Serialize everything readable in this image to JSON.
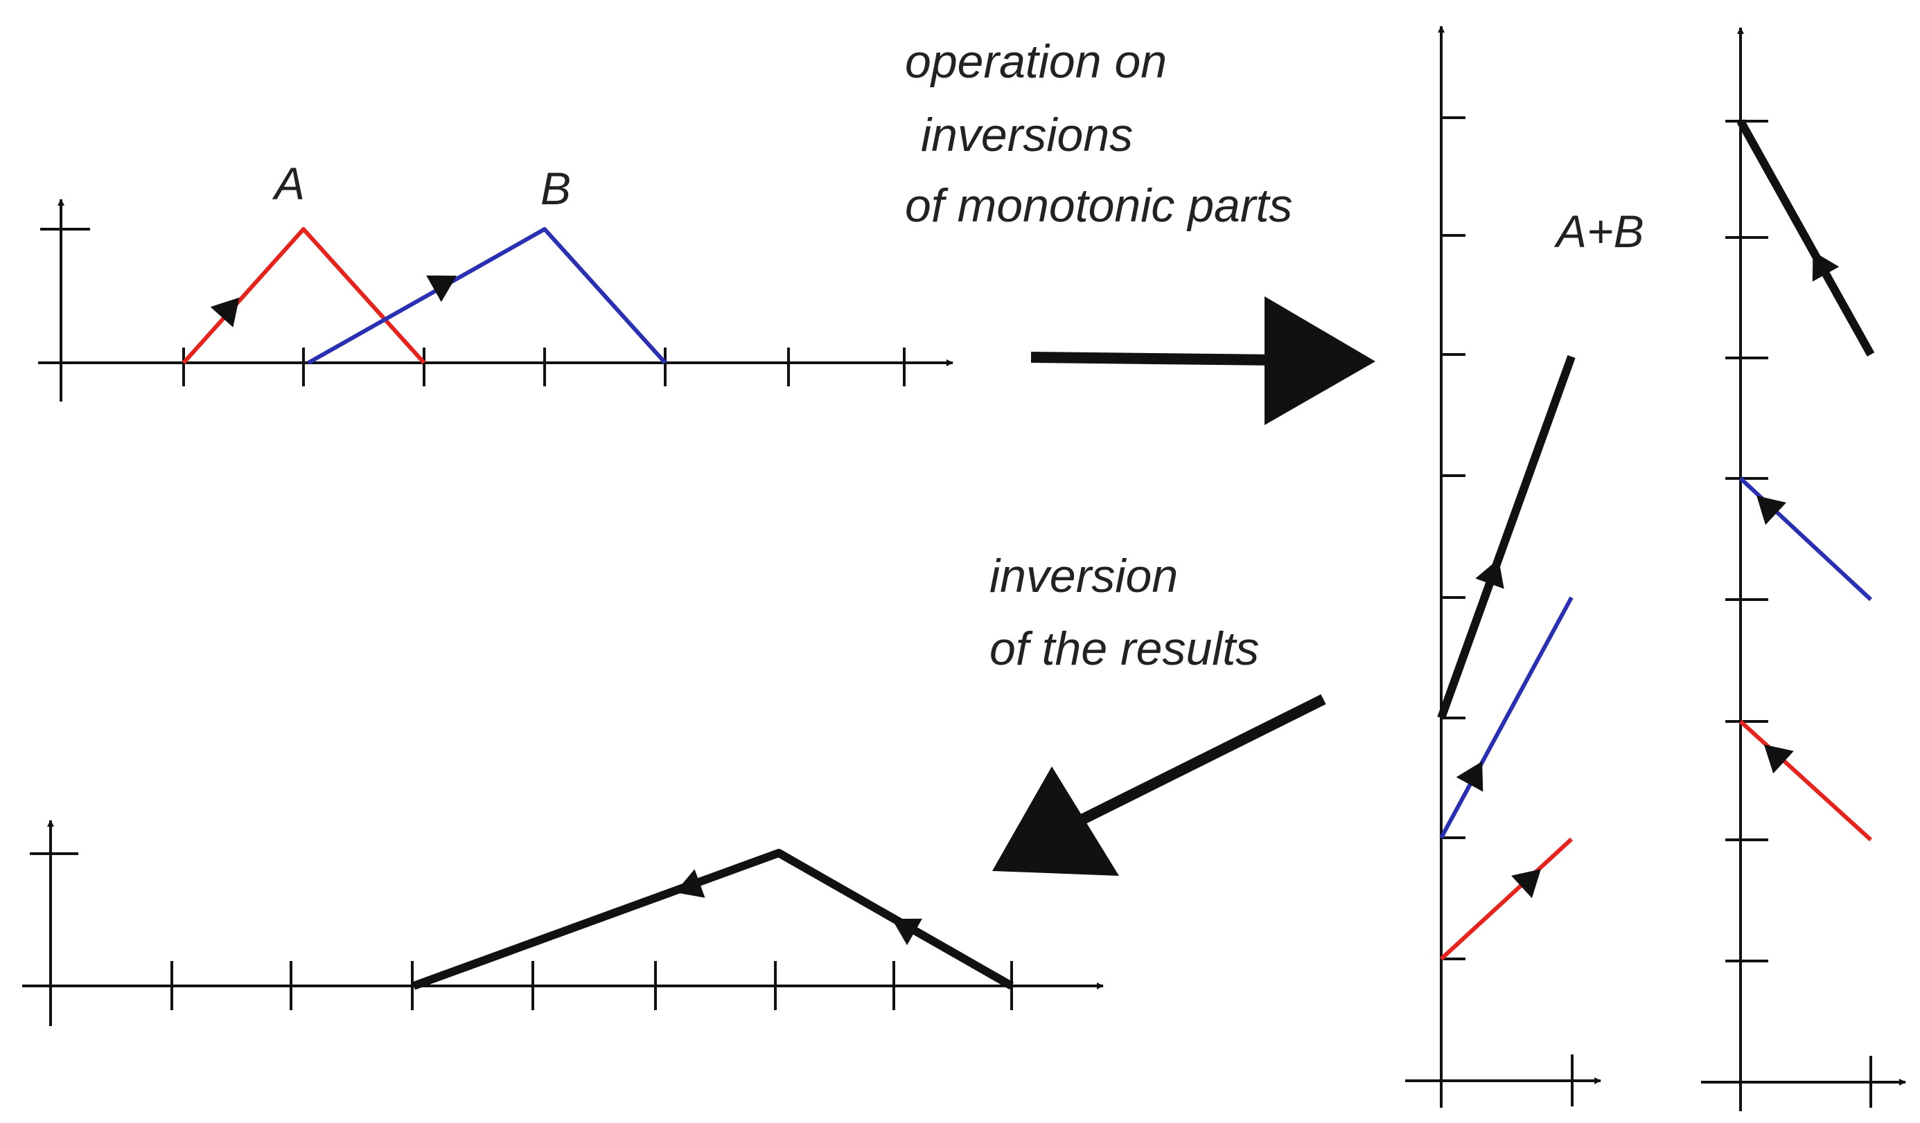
{
  "labels": {
    "curve_a": "A",
    "curve_b": "B",
    "sum": "A+B",
    "op_line1": "operation on",
    "op_line2": "inversions",
    "op_line3": "of monotonic parts",
    "inv_line1": "inversion",
    "inv_line2": "of the results"
  },
  "colors": {
    "curve_a": "#e8231d",
    "curve_b": "#2a2fb3",
    "result": "#111111",
    "axis": "#111111",
    "text": "#222222"
  },
  "chart_data": [
    {
      "type": "line",
      "series": [
        {
          "name": "A",
          "color": "#e8231d",
          "x": [
            1,
            2,
            3
          ],
          "y": [
            0,
            1,
            0
          ]
        },
        {
          "name": "B",
          "color": "#2a2fb3",
          "x": [
            2,
            4,
            5
          ],
          "y": [
            0,
            1,
            0
          ]
        }
      ],
      "xlim": [
        0,
        7
      ],
      "ylim": [
        0,
        1
      ]
    },
    {
      "type": "line",
      "series": [
        {
          "name": "A",
          "color": "#e8231d",
          "x": [
            0,
            1
          ],
          "y": [
            1,
            2
          ]
        },
        {
          "name": "B",
          "color": "#2a2fb3",
          "x": [
            0,
            1
          ],
          "y": [
            2,
            4
          ]
        },
        {
          "name": "A+B",
          "color": "#111111",
          "x": [
            0,
            1
          ],
          "y": [
            3,
            6
          ]
        }
      ],
      "xlim": [
        0,
        1
      ],
      "ylim": [
        0,
        8
      ]
    },
    {
      "type": "line",
      "series": [
        {
          "name": "A",
          "color": "#e8231d",
          "x": [
            0,
            1
          ],
          "y": [
            3,
            2
          ]
        },
        {
          "name": "B",
          "color": "#2a2fb3",
          "x": [
            0,
            1
          ],
          "y": [
            5,
            4
          ]
        },
        {
          "name": "A+B",
          "color": "#111111",
          "x": [
            0,
            1
          ],
          "y": [
            8,
            6
          ]
        }
      ],
      "xlim": [
        0,
        1
      ],
      "ylim": [
        0,
        8
      ]
    },
    {
      "type": "line",
      "series": [
        {
          "name": "A+B",
          "color": "#111111",
          "x": [
            3,
            6,
            8
          ],
          "y": [
            0,
            1,
            0
          ]
        }
      ],
      "xlim": [
        0,
        8
      ],
      "ylim": [
        0,
        1
      ]
    }
  ]
}
